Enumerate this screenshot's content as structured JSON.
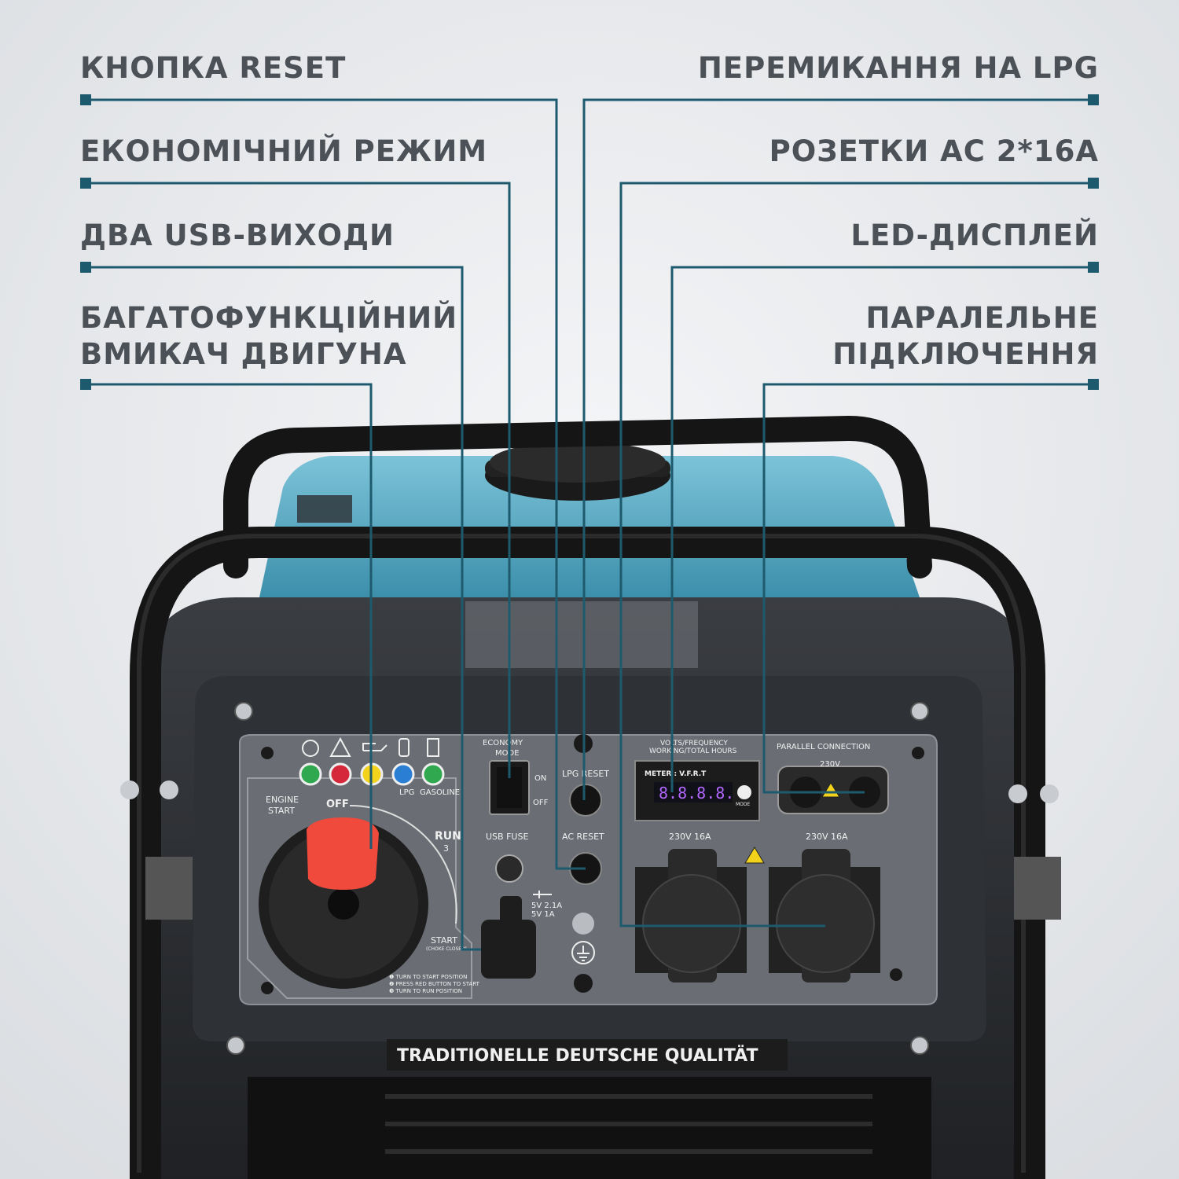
{
  "callouts": {
    "left": [
      {
        "lines": [
          "КНОПКА RESET"
        ]
      },
      {
        "lines": [
          "ЕКОНОМІЧНИЙ РЕЖИМ"
        ]
      },
      {
        "lines": [
          "ДВА USB-ВИХОДИ"
        ]
      },
      {
        "lines": [
          "БАГАТОФУНКЦІЙНИЙ",
          "ВМИКАЧ ДВИГУНА"
        ]
      }
    ],
    "right": [
      {
        "lines": [
          "ПЕРЕМИКАННЯ НА LPG"
        ]
      },
      {
        "lines": [
          "РОЗЕТКИ AC 2*16A"
        ]
      },
      {
        "lines": [
          "LED-ДИСПЛЕЙ"
        ]
      },
      {
        "lines": [
          "ПАРАЛЕЛЬНЕ",
          "ПІДКЛЮЧЕННЯ"
        ]
      }
    ]
  },
  "panel": {
    "indicator_labels": [
      "LPG",
      "GASOLINE"
    ],
    "engine_start": [
      "ENGINE",
      "START"
    ],
    "off": "OFF",
    "run": "RUN",
    "run_num": "3",
    "start": "START",
    "choke": "(CHOKE CLOSED)",
    "instructions": [
      "❶ TURN TO START POSITION",
      "❷ PRESS RED  BUTTON TO START",
      "❸ TURN TO RUN POSITION"
    ],
    "economy": [
      "ECONOMY",
      "MODE"
    ],
    "on": "ON",
    "off_small": "OFF",
    "lpg_reset": "LPG RESET",
    "ac_reset": "AC RESET",
    "usb_fuse": "USB FUSE",
    "usb_out": [
      "5V 2.1A",
      "5V 1A"
    ],
    "meter_title": [
      "VOLTS/FREQUENCY",
      "WORKING/TOTAL HOURS"
    ],
    "meter_label": "METER : V.F.R.T",
    "meter_digits": "8.8.8.8.",
    "mode": "MODE",
    "parallel_title": "PARALLEL CONNECTION",
    "parallel_volt": "230V",
    "socket_labels": [
      "230V 16A",
      "230V 16A"
    ],
    "tagline": "TRADITIONELLE DEUTSCHE QUALITÄT"
  },
  "colors": {
    "label_text": "#4b5157",
    "leader_line": "#1e5a6e",
    "tank": "#5aaec8",
    "indicators": [
      "#2fa84f",
      "#d6283b",
      "#f2d21a",
      "#2a7fd4",
      "#2fa84f"
    ],
    "display_digits": "#b066ff",
    "red_button": "#f04a3c"
  },
  "icons": [
    "fuel-level-icon",
    "warning-icon",
    "oil-icon",
    "lpg-icon",
    "gasoline-icon",
    "usb-icon",
    "ground-icon",
    "high-voltage-icon"
  ]
}
